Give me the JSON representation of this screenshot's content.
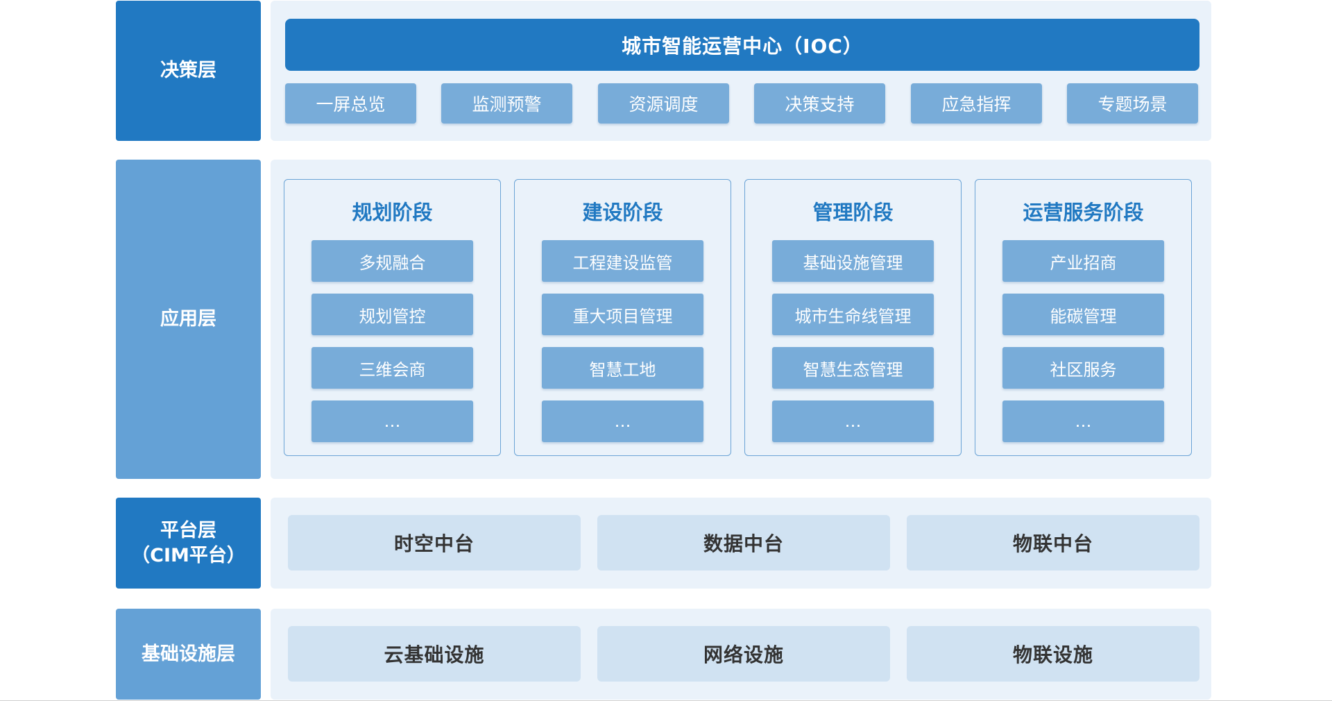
{
  "decision_layer": {
    "label": "决策层",
    "ioc_title": "城市智能运营中心（IOC）",
    "buttons": [
      "一屏总览",
      "监测预警",
      "资源调度",
      "决策支持",
      "应急指挥",
      "专题场景"
    ]
  },
  "application_layer": {
    "label": "应用层",
    "stages": [
      {
        "title": "规划阶段",
        "items": [
          "多规融合",
          "规划管控",
          "三维会商",
          "…"
        ]
      },
      {
        "title": "建设阶段",
        "items": [
          "工程建设监管",
          "重大项目管理",
          "智慧工地",
          "…"
        ]
      },
      {
        "title": "管理阶段",
        "items": [
          "基础设施管理",
          "城市生命线管理",
          "智慧生态管理",
          "…"
        ]
      },
      {
        "title": "运营服务阶段",
        "items": [
          "产业招商",
          "能碳管理",
          "社区服务",
          "…"
        ]
      }
    ]
  },
  "platform_layer": {
    "label_line1": "平台层",
    "label_line2": "（CIM平台）",
    "boxes": [
      "时空中台",
      "数据中台",
      "物联中台"
    ]
  },
  "infrastructure_layer": {
    "label": "基础设施层",
    "boxes": [
      "云基础设施",
      "网络设施",
      "物联设施"
    ]
  },
  "colors": {
    "primary_blue": "#2179c2",
    "light_blue_label": "#64a1d6",
    "item_blue": "#78acd9",
    "panel_bg": "#eaf2fa",
    "service_box_bg": "#d0e2f2"
  }
}
